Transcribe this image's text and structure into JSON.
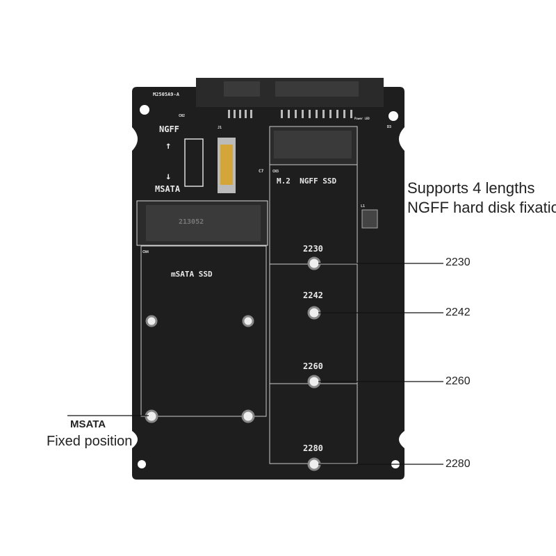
{
  "board": {
    "model": "M2505A9-A",
    "switch_up": "NGFF",
    "switch_down": "MSATA",
    "ngff_slot_label": "M.2  NGFF SSD",
    "msata_slot_label": "mSATA SSD",
    "connector_label": "213052",
    "refs": {
      "cn2": "CN2",
      "cn3": "CN3",
      "cn4": "CN4",
      "j1": "J1",
      "c7": "C7",
      "power_led": "Power LED",
      "d3": "D3",
      "l1": "L1"
    },
    "hole_labels": [
      "2230",
      "2242",
      "2260",
      "2280"
    ]
  },
  "callouts": {
    "supports_line1": "Supports 4 lengths",
    "supports_line2": "NGFF hard disk fixation",
    "lengths": [
      "2230",
      "2242",
      "2260",
      "2280"
    ],
    "msata_title": "MSATA",
    "msata_sub": "Fixed position"
  },
  "colors": {
    "board": "#1c1c1c",
    "silkscreen": "#e8e8e8"
  }
}
